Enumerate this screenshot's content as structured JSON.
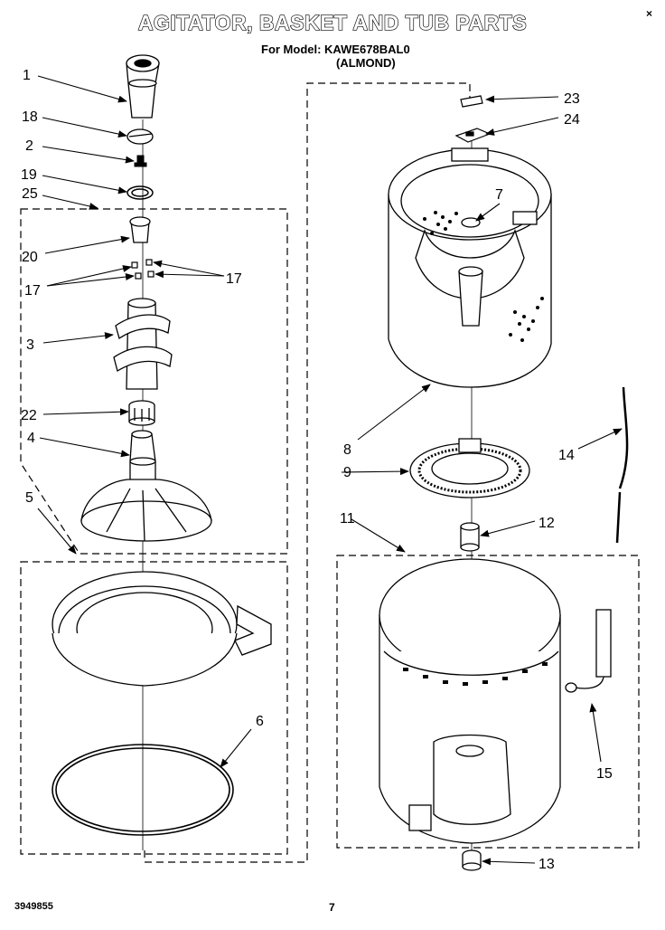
{
  "header": {
    "title": "AGITATOR, BASKET AND TUB PARTS",
    "model_line": "For Model: KAWE678BAL0",
    "color_line": "(ALMOND)",
    "close_label": "×"
  },
  "footer": {
    "doc_number": "3949855",
    "page_number": "7"
  },
  "callouts": {
    "c1": "1",
    "c18": "18",
    "c2": "2",
    "c19": "19",
    "c25": "25",
    "c20": "20",
    "c17a": "17",
    "c17b": "17",
    "c3": "3",
    "c22": "22",
    "c4": "4",
    "c5": "5",
    "c6": "6",
    "c23": "23",
    "c24": "24",
    "c7": "7",
    "c8": "8",
    "c9": "9",
    "c14": "14",
    "c11": "11",
    "c12": "12",
    "c15": "15",
    "c13": "13"
  }
}
